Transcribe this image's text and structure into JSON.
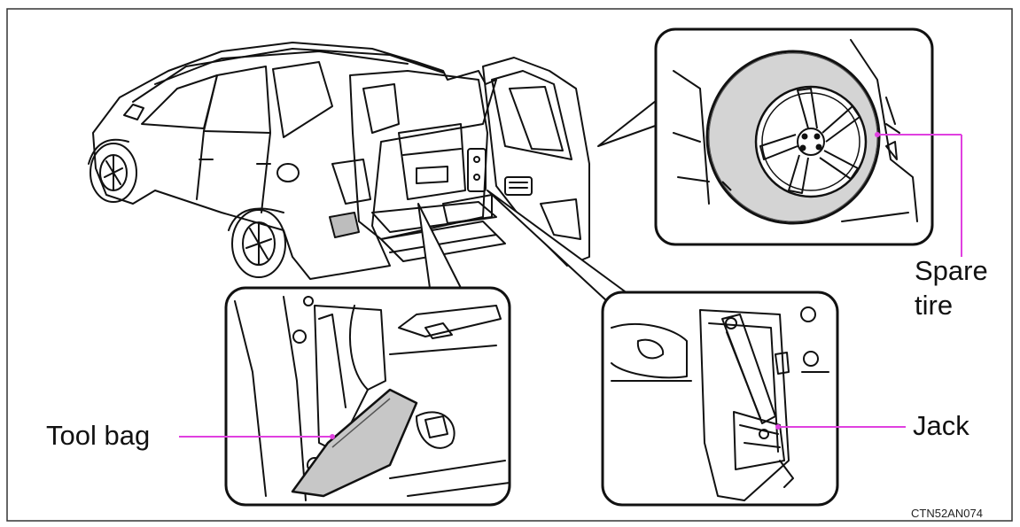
{
  "labels": {
    "spare_tire_line1": "Spare",
    "spare_tire_line2": "tire",
    "tool_bag": "Tool bag",
    "jack": "Jack"
  },
  "figure_code": "CTN52AN074",
  "colors": {
    "leader_line": "#e040e0",
    "outline": "#111111",
    "tire_fill": "#d4d4d4",
    "tool_bag_fill": "#c7c7c7",
    "background": "#ffffff"
  }
}
